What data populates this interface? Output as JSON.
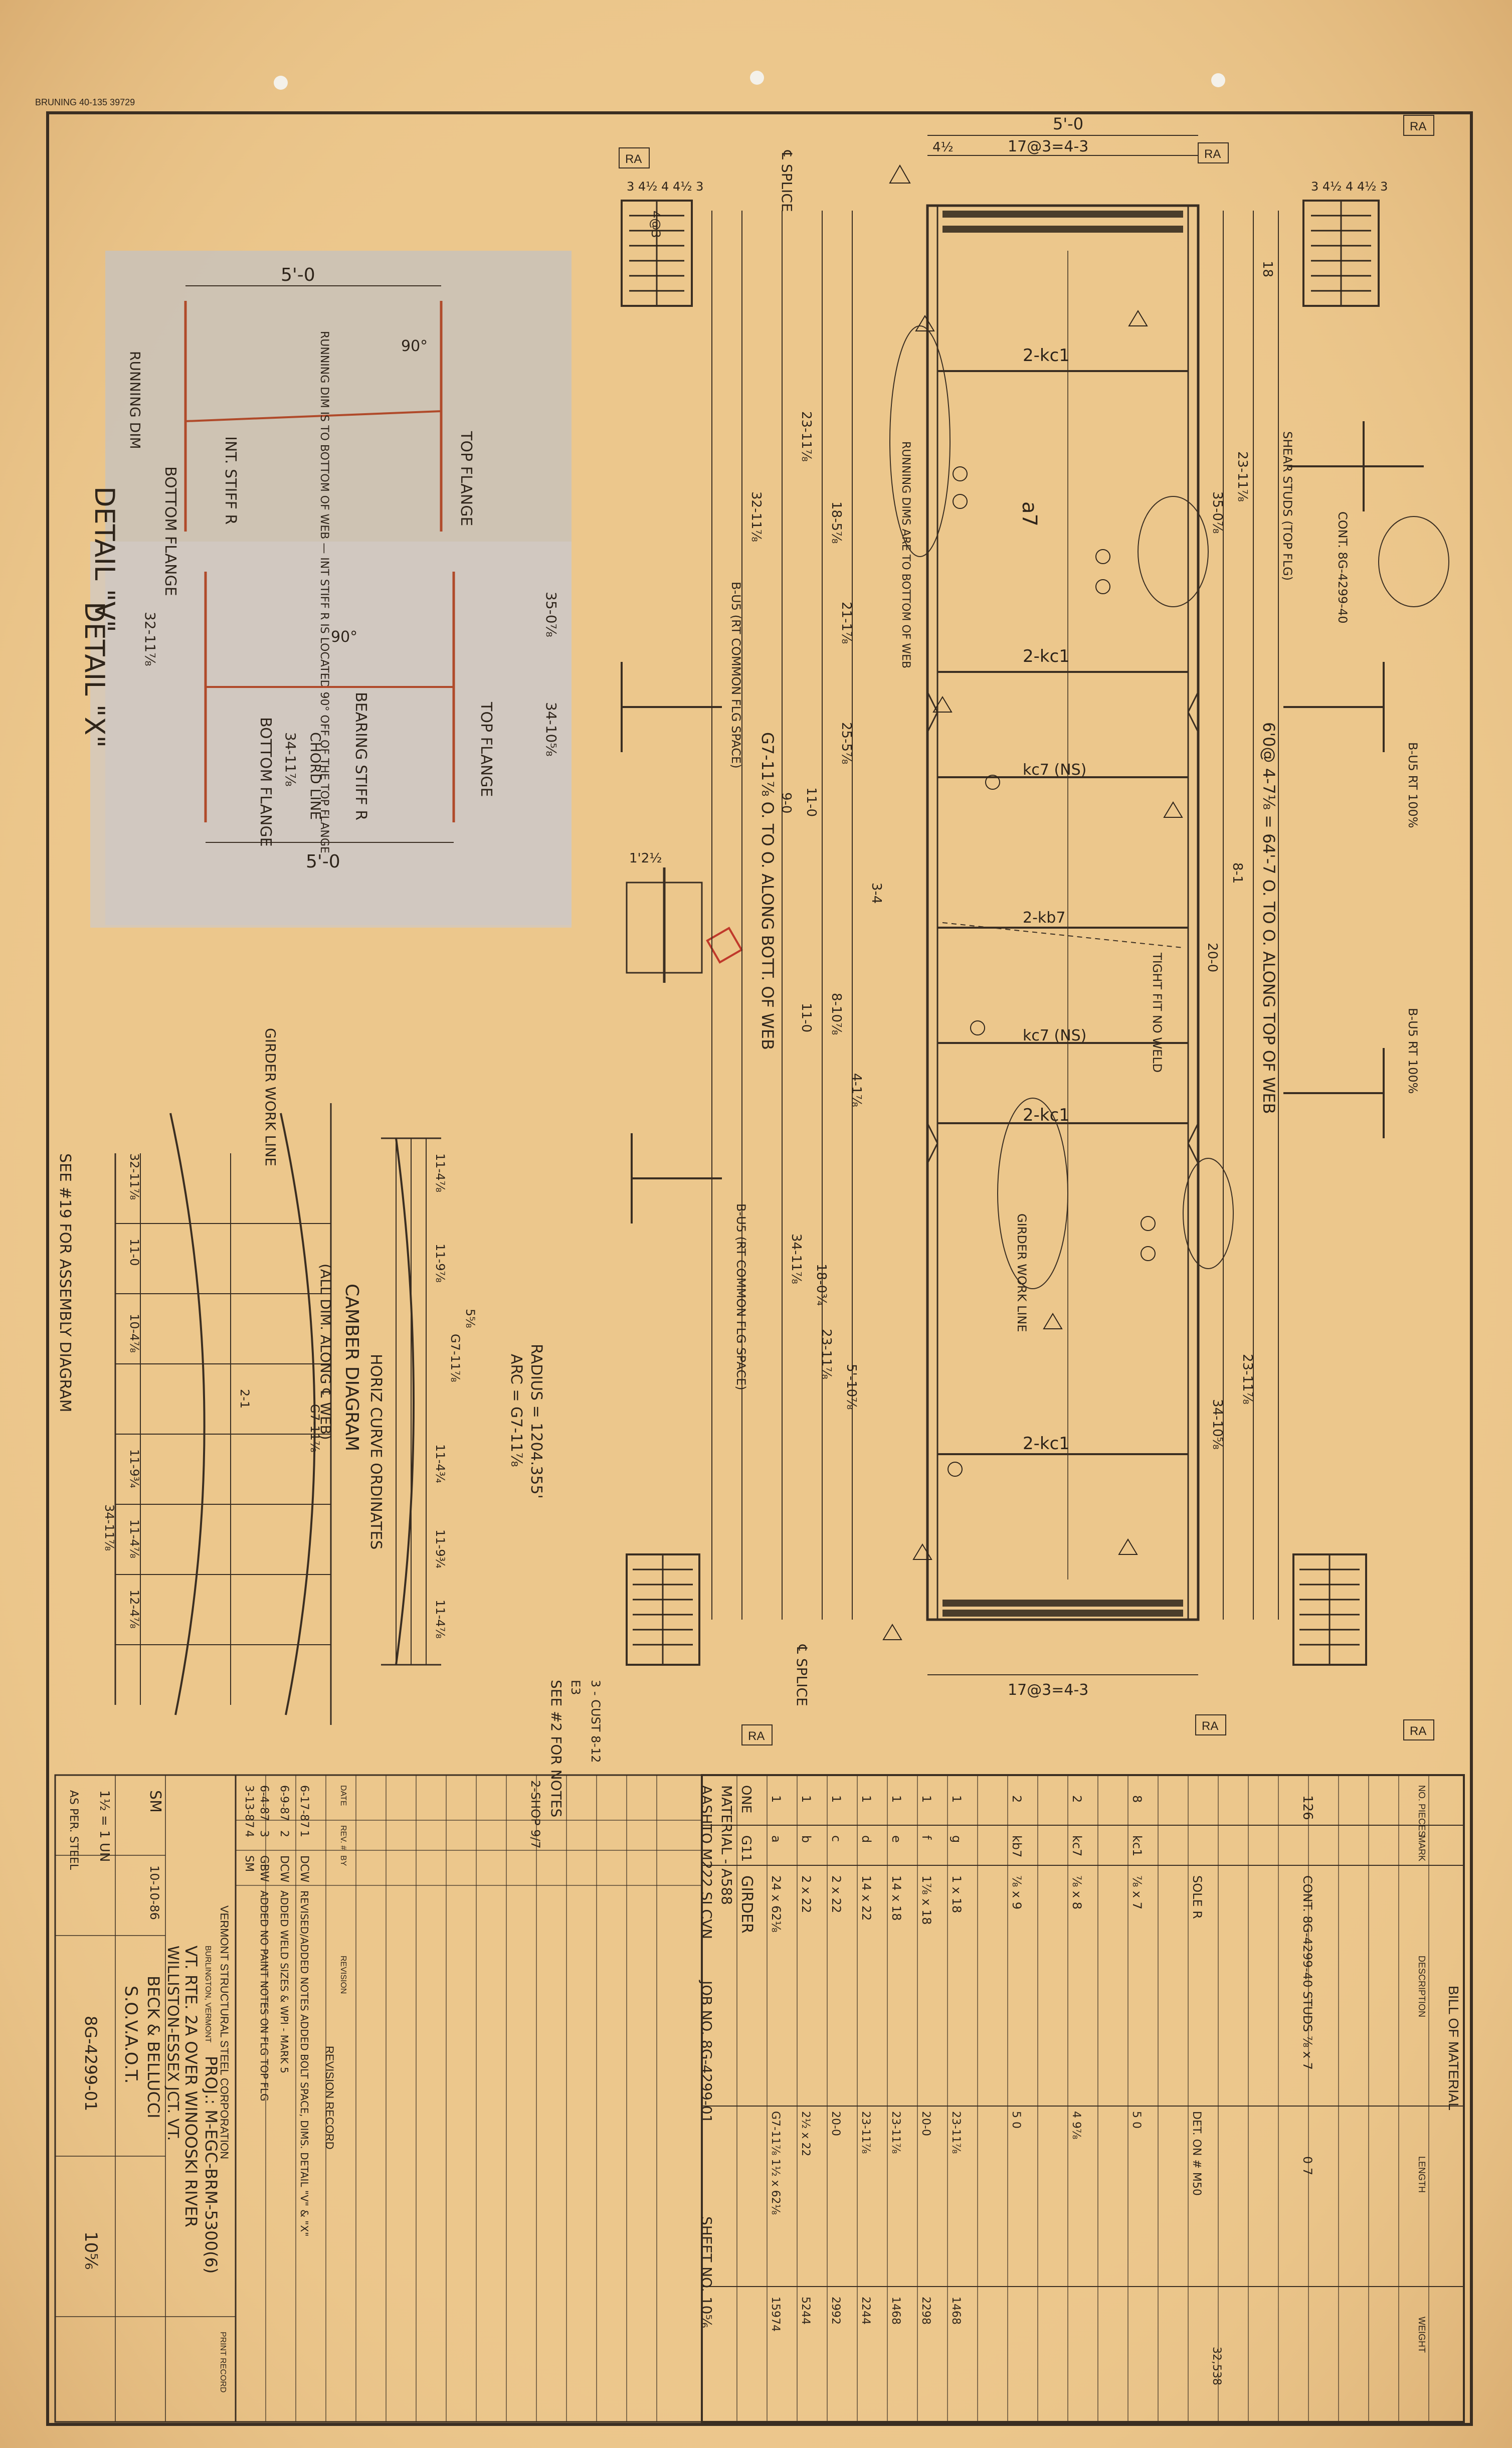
{
  "stamp": "BRUNING 40-135 39729",
  "tags": {
    "ra": "RA"
  },
  "girder": {
    "overall_dim": "5'-0",
    "top_splice_dim": "17@3=4-3",
    "edge_dim": "4½",
    "bottom_splice_dim": "17@3=4-3",
    "splice_label": "℄ SPLICE",
    "along_top": "6'0@ 4-7⅛ = 64'-7 O. TO O. ALONG TOP OF WEB",
    "along_bottom": "G7-11⅞ O. TO O. ALONG BOTT. OF WEB",
    "cross_frame": "2-kc1",
    "kc7_ns": "kc7 (NS)",
    "kb7": "2-kb7",
    "kc7": "kc7 (NS)",
    "web_mark": "a7",
    "top_flange_note": "SHEAR STUDS (TOP FLG)",
    "studs_note": "CONT. 8G-4299-40",
    "running_dims_note": "RUNNING DIMS ARE TO BOTTOM OF WEB",
    "tight_fit": "TIGHT FIT NO WELD",
    "girder_work_line": "GIRDER WORK LINE",
    "weld_note_1": "B-U5 RT 100%",
    "weld_note_2": "B-U5 RT 100%",
    "weld_note_3": "B-U5 (RT COMMON FLG SPACE)",
    "weld_note_4": "B-U5 (RT COMMON FLG SPACE)",
    "dims_left": [
      "23-11⅞",
      "32-11⅞",
      "18-5⅞",
      "21-1⅞",
      "25-5⅞",
      "11-0",
      "9-0",
      "8-10⅞",
      "11-0",
      "4-1⅞",
      "3-4",
      "5'-10⅞",
      "18-0¾",
      "34-11⅞",
      "23-11⅞"
    ],
    "dims_right": [
      "23-11⅞",
      "8-1",
      "18",
      "20-0",
      "35-0⅞",
      "34-10⅝",
      "23-11⅞"
    ],
    "splice_plate_dims": [
      "3",
      "4½",
      "4",
      "4½",
      "3"
    ],
    "splice_plate_right_dims": [
      "3",
      "4½",
      "4",
      "4½",
      "3"
    ],
    "bolt_pitch": "4@3",
    "bolt_edge": "1'2½"
  },
  "detail_v": {
    "title": "DETAIL \"V\"",
    "width": "5'-0",
    "top_flange": "TOP FLANGE",
    "bottom_flange": "BOTTOM FLANGE",
    "stiffener": "INT. STIFF R",
    "running_dim": "RUNNING DIM",
    "angle": "90°",
    "note": "RUNNING DIM IS TO BOTTOM OF WEB — INT STIFF R IS LOCATED 90° OFF OF THE TOP FLANGE"
  },
  "detail_x": {
    "title": "DETAIL \"X\"",
    "width": "5'-0",
    "top_flange": "TOP FLANGE",
    "bottom_flange": "BOTTOM FLANGE",
    "stiffener": "BEARING STIFF R",
    "chord_line": "CHORD LINE",
    "angle": "90°",
    "dim_a": "32-11⅞",
    "dim_b": "35-0⅞",
    "dim_c": "34-10⅝",
    "dim_d": "34-11⅞"
  },
  "camber": {
    "title": "CAMBER DIAGRAM",
    "subtitle": "(ALL DIM. ALONG ℄ WEB)",
    "see_note": "SEE #19 FOR ASSEMBLY DIAGRAM",
    "girder_work_line": "GIRDER WORK LINE",
    "dims": [
      "32-11⅞",
      "G7-11⅞",
      "11-0",
      "10-4⅞",
      "11-9¾",
      "11-4⅞",
      "34-11⅞",
      "12-4⅞",
      "2-1"
    ]
  },
  "horiz": {
    "title": "HORIZ CURVE ORDINATES",
    "radius": "RADIUS = 1204.355'",
    "arc": "ARC = G7-11⅞",
    "dims": [
      "11-4⅞",
      "11-9⅞",
      "G7-11⅞",
      "11-4¾",
      "11-9¾",
      "11-4⅞",
      "5⅝"
    ],
    "see_notes": "SEE #2 FOR NOTES"
  },
  "bom": {
    "title": "BILL OF MATERIAL",
    "header": [
      "NO. PIECES",
      "MARK",
      "DESCRIPTION",
      "LENGTH",
      "WEIGHT"
    ],
    "spec_1": "AASHTO M222 SI CVN",
    "spec_2": "MATERIAL - A588",
    "job_no": "JOB NO. 8G-4299-01",
    "sheet_no": "SHEET NO. 10⅚",
    "rows": [
      {
        "qty": "ONE",
        "mark": "G11",
        "desc": "GIRDER",
        "length": "",
        "weight": ""
      },
      {
        "qty": "1",
        "mark": "a",
        "desc": "24 x 62⅛",
        "length": "G7-11⅞ 1½ x 62⅛",
        "weight": "15974"
      },
      {
        "qty": "1",
        "mark": "b",
        "desc": "2 x 22",
        "length": "2½ x 22",
        "weight": "5244"
      },
      {
        "qty": "1",
        "mark": "c",
        "desc": "2 x 22",
        "length": "20-0",
        "weight": "2992"
      },
      {
        "qty": "1",
        "mark": "d",
        "desc": "14 x 22",
        "length": "23-11⅞",
        "weight": "2244"
      },
      {
        "qty": "1",
        "mark": "e",
        "desc": "14 x 18",
        "length": "23-11⅞",
        "weight": "1468"
      },
      {
        "qty": "1",
        "mark": "f",
        "desc": "1⅞ x 18",
        "length": "20-0",
        "weight": "2298"
      },
      {
        "qty": "1",
        "mark": "g",
        "desc": "1 x 18",
        "length": "23-11⅞",
        "weight": "1468"
      },
      {
        "qty": "2",
        "mark": "kb7",
        "desc": "⅞ x 9",
        "length": "5 0",
        "weight": ""
      },
      {
        "qty": "2",
        "mark": "kc7",
        "desc": "⅞ x 8",
        "length": "4 9⅞",
        "weight": ""
      },
      {
        "qty": "8",
        "mark": "kc1",
        "desc": "⅞ x 7",
        "length": "5 0",
        "weight": ""
      },
      {
        "qty": "",
        "mark": "",
        "desc": "SOLE R",
        "length": "DET. ON # M50",
        "weight": ""
      }
    ],
    "studs_qty": "126",
    "studs_desc": "CONT. 8G-4299-40 STUDS ⅞ x 7",
    "studs_length": "0 7",
    "total_weight": "32,538"
  },
  "revisions": {
    "title": "REVISION RECORD",
    "header": [
      "DATE",
      "REV. #",
      "BY",
      "REVISION"
    ],
    "rows": [
      {
        "date": "6-17-87",
        "rev": "1",
        "by": "DCW",
        "text": "REVISED/ADDED NOTES ADDED BOLT SPACE, DIMS. DETAIL \"V\" & \"X\""
      },
      {
        "date": "6-9-87",
        "rev": "2",
        "by": "DCW",
        "text": "ADDED WELD SIZES & WPI - MARK 5"
      },
      {
        "date": "6-4-87",
        "rev": "3",
        "by": "GBW",
        "text": "ADDED NO PAINT NOTES ON FLG TOP FLG"
      },
      {
        "date": "3-13-87",
        "rev": "4",
        "by": "SM",
        "text": ""
      }
    ]
  },
  "title_block": {
    "company": "VERMONT STRUCTURAL STEEL CORPORATION",
    "location": "BURLINGTON, VERMONT",
    "project_no": "PROJ.: M-EGC-BRM-5300(6)",
    "project": "VT. RTE. 2A OVER WINOOSKI RIVER",
    "town": "WILLISTON-ESSEX JCT. VT.",
    "customer": "BECK & BELLUCCI",
    "architect": "S.O.V.A.O.T.",
    "drawn_by": "SM",
    "date": "10-10-86",
    "checked_by": "",
    "scale": "1½ = 1 UN",
    "ref": "AS PER. STEEL",
    "job_no": "8G-4299-01",
    "sheet_no": "10⅚",
    "print_record": "PRINT RECORD"
  },
  "margin_notes": {
    "n1": "2-SHOP 9/7",
    "n2": "3 - CUST 8-12",
    "n3": "E3"
  }
}
